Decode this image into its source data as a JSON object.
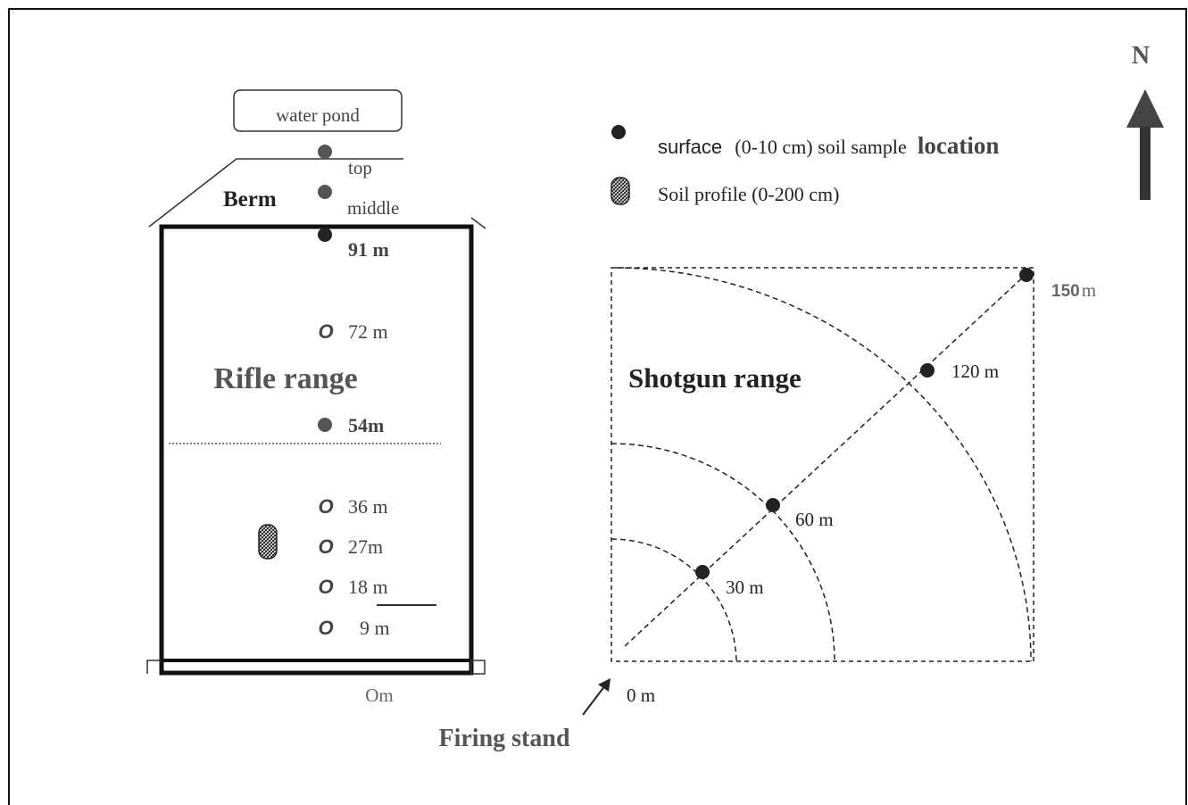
{
  "legend": {
    "surface_label": "surface",
    "surface_depth": "(0-10 cm) soil sample",
    "surface_location": "location",
    "profile_label": "Soil profile (0-200 cm)"
  },
  "north": {
    "label": "N"
  },
  "rifle": {
    "title": "Rifle range",
    "water_pond": "water pond",
    "berm": "Berm",
    "berm_top": "top",
    "berm_middle": "middle",
    "zero": "Om",
    "stations": [
      {
        "label": "91 m",
        "marker": "filled"
      },
      {
        "label": "72 m",
        "marker": "O"
      },
      {
        "label": "54m",
        "marker": "filled"
      },
      {
        "label": "36 m",
        "marker": "O"
      },
      {
        "label": "27m",
        "marker": "O"
      },
      {
        "label": "18 m",
        "marker": "O"
      },
      {
        "label": "9 m",
        "marker": "O"
      }
    ]
  },
  "shotgun": {
    "title": "Shotgun range",
    "zero": "0 m",
    "firing_stand": "Firing stand",
    "points": [
      {
        "num": "30",
        "unit": " m"
      },
      {
        "num": "60",
        "unit": " m"
      },
      {
        "num": "120",
        "unit": " m"
      },
      {
        "num": "150",
        "unit": " m"
      }
    ]
  }
}
